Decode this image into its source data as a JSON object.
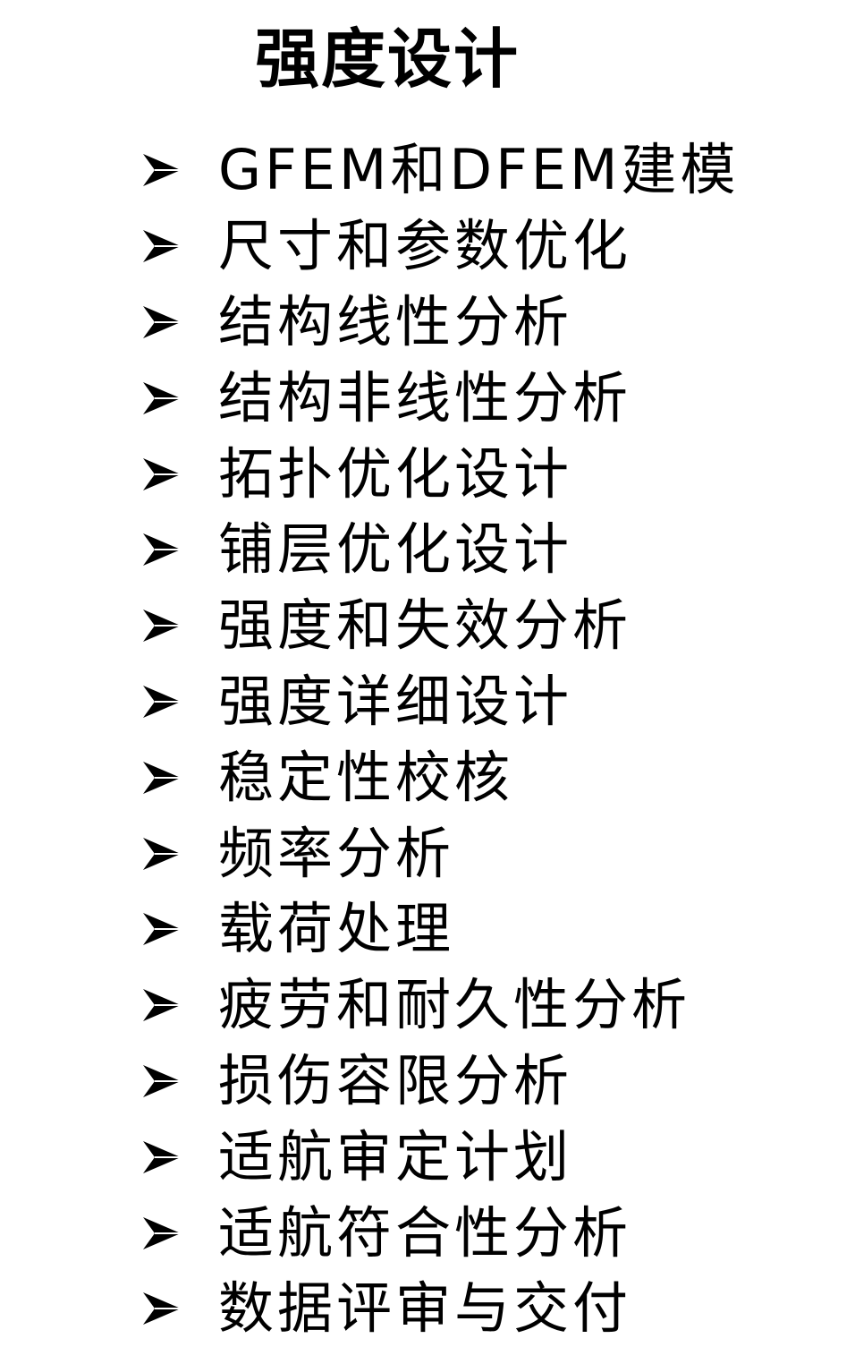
{
  "title": "强度设计",
  "bullet_icon": "arrowhead-bullet-icon",
  "items": [
    "GFEM和DFEM建模",
    "尺寸和参数优化",
    "结构线性分析",
    "结构非线性分析",
    "拓扑优化设计",
    "铺层优化设计",
    "强度和失效分析",
    "强度详细设计",
    "稳定性校核",
    "频率分析",
    "载荷处理",
    "疲劳和耐久性分析",
    "损伤容限分析",
    "适航审定计划",
    "适航符合性分析",
    "数据评审与交付"
  ]
}
